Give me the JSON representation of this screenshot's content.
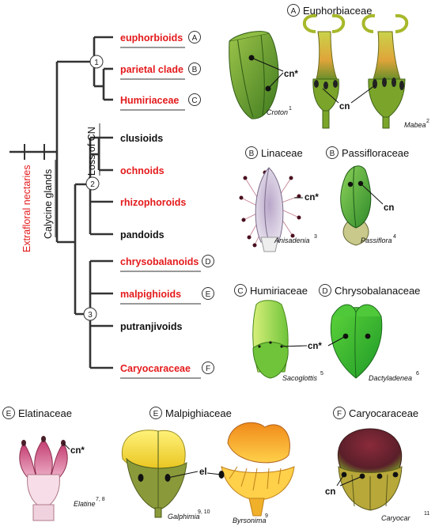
{
  "tree": {
    "root_labels": {
      "extrafloral": "Extrafloral nectaries",
      "calycine": "Calycine glands",
      "loss": "Loss of CN"
    },
    "node_numbers": [
      "1",
      "2",
      "3"
    ],
    "clades": [
      {
        "name": "euphorbioids",
        "color": "red",
        "letter": "A",
        "underlined": true
      },
      {
        "name": "parietal clade",
        "color": "red",
        "letter": "B",
        "underlined": true
      },
      {
        "name": "Humiriaceae",
        "color": "red",
        "letter": "C",
        "underlined": true
      },
      {
        "name": "clusioids",
        "color": "black",
        "letter": "",
        "underlined": false
      },
      {
        "name": "ochnoids",
        "color": "red",
        "letter": "",
        "underlined": false
      },
      {
        "name": "rhizophoroids",
        "color": "red",
        "letter": "",
        "underlined": false
      },
      {
        "name": "pandoids",
        "color": "black",
        "letter": "",
        "underlined": false
      },
      {
        "name": "chrysobalanoids",
        "color": "red",
        "letter": "D",
        "underlined": true
      },
      {
        "name": "malpighioids",
        "color": "red",
        "letter": "E",
        "underlined": true
      },
      {
        "name": "putranjivoids",
        "color": "black",
        "letter": "",
        "underlined": false
      },
      {
        "name": "Caryocaraceae",
        "color": "red",
        "letter": "F",
        "underlined": true
      }
    ]
  },
  "panels": {
    "euphorbiaceae": {
      "letter": "A",
      "family": "Euphorbiaceae",
      "genus1": "Croton",
      "sup1": "1",
      "genus2": "Mabea",
      "sup2": "2",
      "label1": "cn*",
      "label2": "cn"
    },
    "linaceae": {
      "letter": "B",
      "family": "Linaceae",
      "genus": "Anisadenia",
      "sup": "3",
      "label": "cn*"
    },
    "passifloraceae": {
      "letter": "B",
      "family": "Passifloraceae",
      "genus": "Passiflora",
      "sup": "4",
      "label": "cn"
    },
    "humiriaceae": {
      "letter": "C",
      "family": "Humiriaceae",
      "genus": "Sacoglottis",
      "sup": "5",
      "label": "cn*"
    },
    "chrysobalanaceae": {
      "letter": "D",
      "family": "Chrysobalanaceae",
      "genus": "Dactyladenea",
      "sup": "6"
    },
    "elatinaceae": {
      "letter": "E",
      "family": "Elatinaceae",
      "genus": "Elatine",
      "sup": "7, 8",
      "label": "cn*"
    },
    "malpighiaceae": {
      "letter": "E",
      "family": "Malpighiaceae",
      "genus1": "Galphimia",
      "sup1": "9, 10",
      "genus2": "Byrsonima",
      "sup2": "9",
      "label": "el"
    },
    "caryocaraceae": {
      "letter": "F",
      "family": "Caryocaraceae",
      "genus": "Caryocar",
      "sup": "11",
      "label": "cn"
    }
  },
  "colors": {
    "red": "#e41a1c",
    "black": "#111111",
    "branch": "#333333"
  }
}
